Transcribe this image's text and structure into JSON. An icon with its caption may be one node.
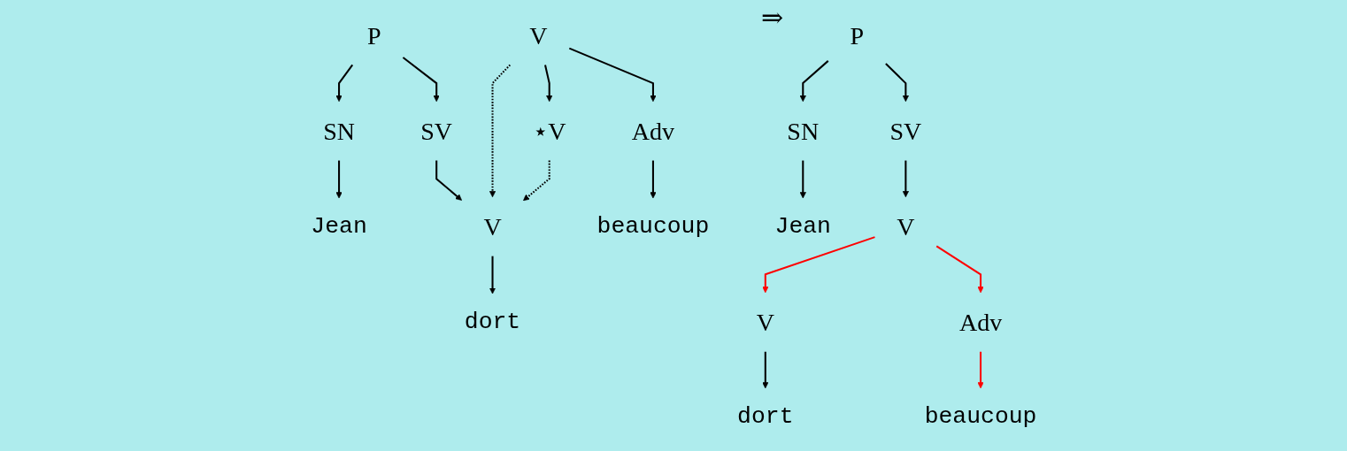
{
  "diagram": {
    "nodes": [
      {
        "text": [
          "P"
        ]
      },
      {
        "text": [
          "SN"
        ]
      },
      {
        "text": [
          "SV"
        ]
      },
      {
        "text": [
          "Jean"
        ]
      },
      {
        "text": [
          "V"
        ]
      },
      {
        "text": [
          "dort"
        ]
      },
      {
        "text": [
          "V"
        ]
      },
      {
        "text": [
          "⋆V"
        ]
      },
      {
        "text": [
          "Adv"
        ]
      },
      {
        "text": [
          "beaucoup"
        ]
      },
      {
        "text": [
          "P"
        ]
      },
      {
        "text": [
          "SN"
        ]
      },
      {
        "text": [
          "SV"
        ]
      },
      {
        "text": [
          "Jean"
        ]
      },
      {
        "text": [
          "V"
        ]
      },
      {
        "text": [
          "V"
        ]
      },
      {
        "text": [
          "Adv"
        ]
      },
      {
        "text": [
          "dort"
        ]
      },
      {
        "text": [
          "beaucoup"
        ]
      }
    ],
    "edges": [
      {
        "from": 0,
        "to": 1,
        "arrow": "to"
      },
      {
        "from": 0,
        "to": 2,
        "arrow": "to"
      },
      {
        "from": 1,
        "to": 3,
        "arrow": "to"
      },
      {
        "from": 2,
        "to": 4,
        "arrow": "to"
      },
      {
        "from": 4,
        "to": 5,
        "arrow": "to"
      },
      {
        "from": 6,
        "to": 7,
        "arrow": "to"
      },
      {
        "from": 6,
        "to": 8,
        "arrow": "to"
      },
      {
        "from": 8,
        "to": 9,
        "arrow": "to"
      },
      {
        "from": 6,
        "to": 4,
        "arrow": "to",
        "style": "dashed"
      },
      {
        "from": 7,
        "to": 4,
        "arrow": "to",
        "style": "dashed"
      },
      {
        "from": 10,
        "to": 11,
        "arrow": "to"
      },
      {
        "from": 10,
        "to": 12,
        "arrow": "to"
      },
      {
        "from": 11,
        "to": 13,
        "arrow": "to"
      },
      {
        "from": 12,
        "to": 14,
        "arrow": "to"
      },
      {
        "from": 14,
        "to": 15,
        "arrow": "to",
        "color": "#ff0000"
      },
      {
        "from": 14,
        "to": 16,
        "arrow": "to",
        "color": "#ff0000"
      },
      {
        "from": 15,
        "to": 17,
        "arrow": "to"
      },
      {
        "from": 16,
        "to": 18,
        "arrow": "to",
        "color": "#ff0000"
      }
    ],
    "labels": [
      "⇒"
    ]
  }
}
